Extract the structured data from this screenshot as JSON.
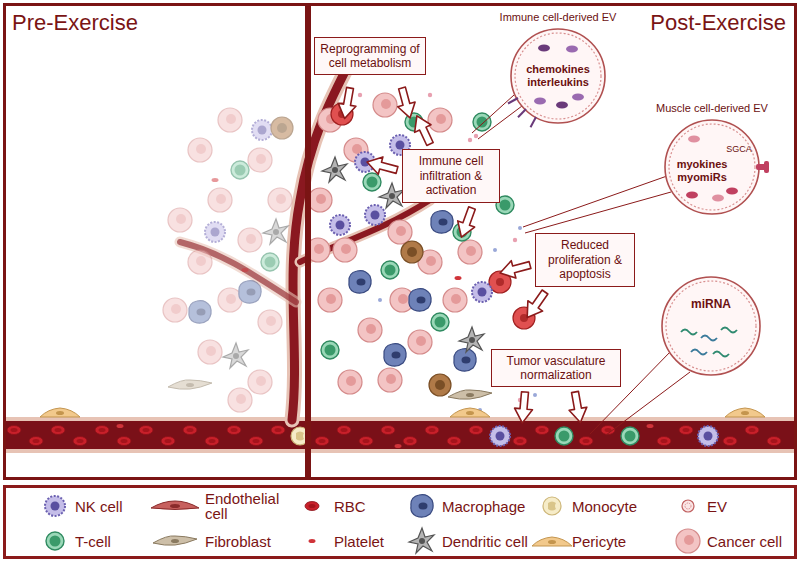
{
  "diagram": {
    "nodes": [
      {
        "text": [
          "Pre-Exercise"
        ]
      },
      {
        "text": [
          "Post-Exercise"
        ]
      },
      {
        "text": [
          "Reprogramming of cell metabolism"
        ],
        "in": 1
      },
      {
        "text": [
          "Immune cell-derived EV",
          "chemokines interleukins"
        ],
        "in": 1
      },
      {
        "text": [
          "Immune cell infiltration & activation"
        ],
        "in": 1
      },
      {
        "text": [
          "Muscle cell-derived EV",
          "myokines myomiRs",
          "SGCA"
        ],
        "in": 1
      },
      {
        "text": [
          "Reduced proliferation & apoptosis"
        ],
        "in": 1
      },
      {
        "text": [
          "miRNA"
        ],
        "in": 1
      },
      {
        "text": [
          "Tumor vasculature normalization"
        ],
        "in": 1
      }
    ],
    "legend": [
      {
        "text": "NK cell"
      },
      {
        "text": "Endothelial cell"
      },
      {
        "text": "RBC"
      },
      {
        "text": "Macrophage"
      },
      {
        "text": "Monocyte"
      },
      {
        "text": "EV"
      },
      {
        "text": "T-cell"
      },
      {
        "text": "Fibroblast"
      },
      {
        "text": "Platelet"
      },
      {
        "text": "Dendritic cell"
      },
      {
        "text": "Pericyte"
      },
      {
        "text": "Cancer cell"
      }
    ]
  }
}
